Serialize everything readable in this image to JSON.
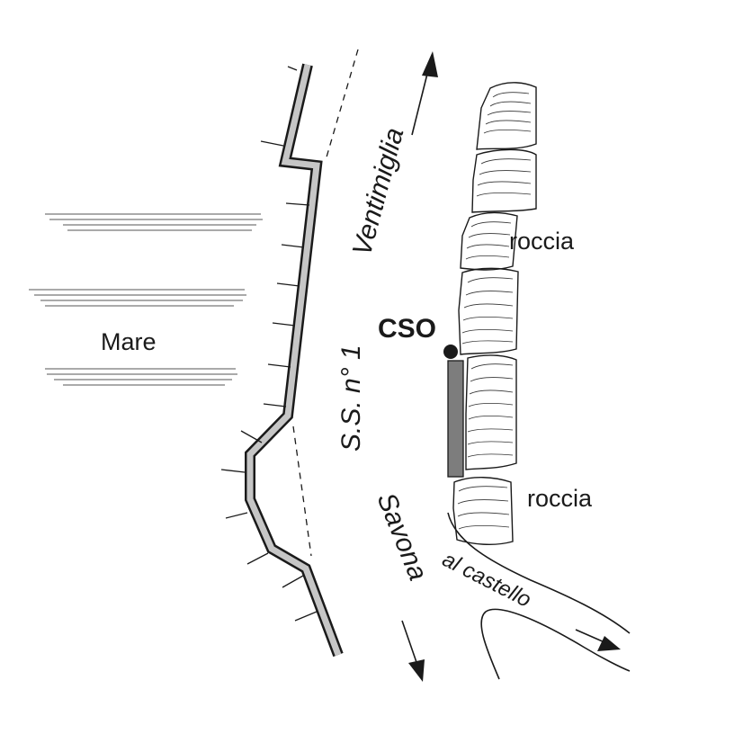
{
  "diagram": {
    "labels": {
      "sea": "Mare",
      "road": "S.S. n° 1",
      "north_direction": "Ventimiglia",
      "south_direction": "Savona",
      "branch_road": "al castello",
      "station": "CSO",
      "rock_upper": "roccia",
      "rock_lower": "roccia"
    },
    "colors": {
      "ink": "#1a1a1a",
      "wall_fill": "#c6c6c6",
      "station_bar": "#7d7d7d"
    }
  }
}
